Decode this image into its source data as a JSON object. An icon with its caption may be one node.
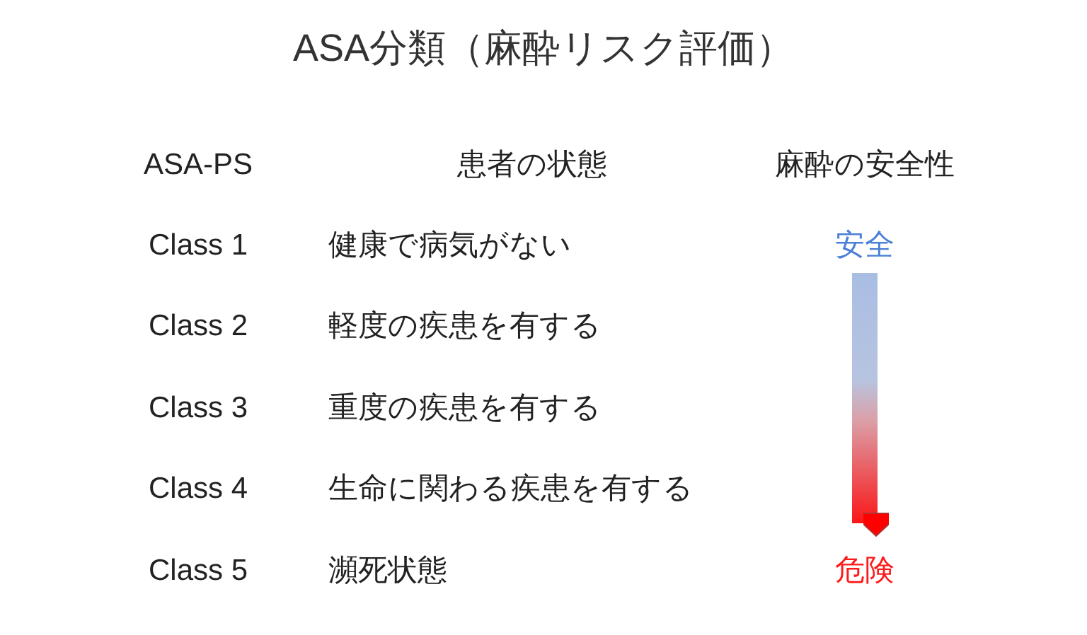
{
  "diagram": {
    "title": "ASA分類（麻酔リスク評価）",
    "nodes": [
      {
        "text": [
          "安全"
        ]
      },
      {
        "text": [
          "危険"
        ]
      }
    ],
    "edges": [
      {
        "from": 0,
        "to": 1,
        "arrow": "to"
      }
    ],
    "labels": [
      "ASA-PS",
      "患者の状態",
      "麻酔の安全性",
      "Class 1",
      "健康で病気がない",
      "Class 2",
      "軽度の疾患を有する",
      "Class 3",
      "重度の疾患を有する",
      "Class 4",
      "生命に関わる疾患を有する",
      "Class 5",
      "瀕死状態"
    ]
  }
}
